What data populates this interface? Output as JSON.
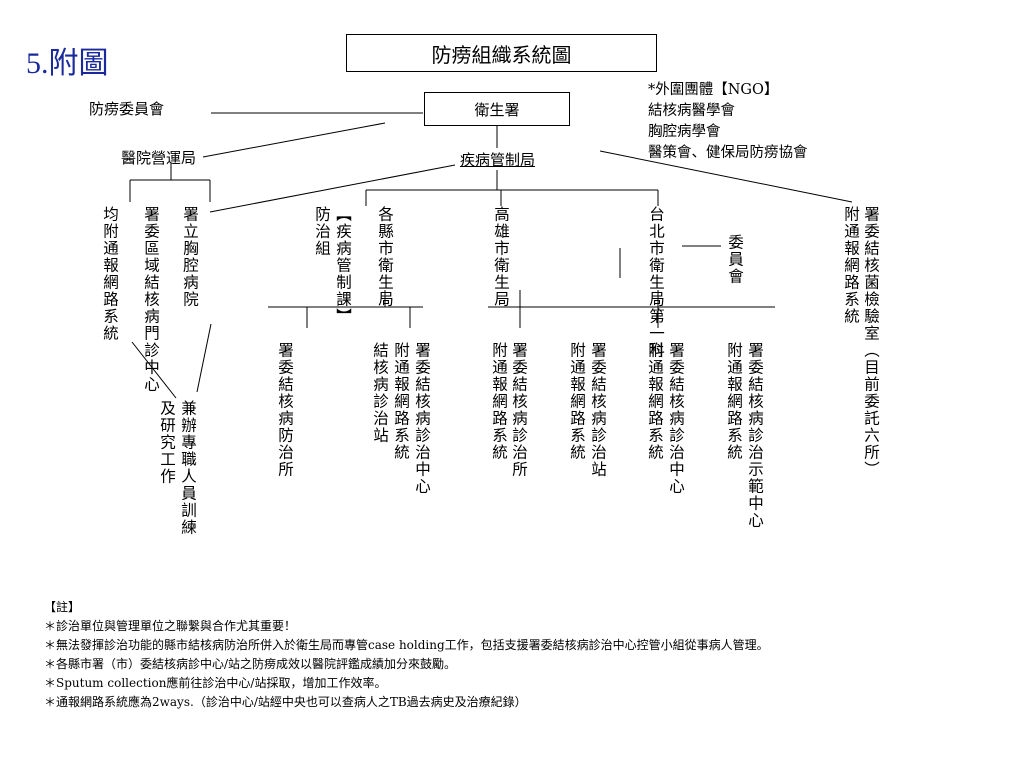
{
  "page": {
    "section_title": "5.附圖"
  },
  "diagram": {
    "title": "防痨組織系統圖",
    "doh": "衛生署",
    "tb_committee": "防痨委員會",
    "hospital_bureau": "醫院營運局",
    "cdc": "疾病管制局",
    "ngo": [
      "*外圍團體【NGO】",
      "結核病醫學會",
      "胸腔病學會",
      "醫策會、健保局防痨協會"
    ],
    "branches": {
      "regional_center": "署委區域結核病門診中心",
      "regional_center_report": "均附通報網路系統",
      "chest_hospital": "署立胸腔病院",
      "county_bureau": "各縣市衛生局",
      "cdc_section": "【疾病管制課】",
      "cdc_section_team": "防治組",
      "kaohsiung": "高雄市衛生局",
      "taipei": "台北市衛生局第一科",
      "committee": "委員會",
      "lab": "署委結核菌檢驗室（目前委託六所）",
      "lab_report": "附通報網路系統"
    },
    "bottom": {
      "county_1": "署委結核病防治所",
      "county_2a": "署委結核病診治中心",
      "county_2b": "附通報網路系統",
      "county_2c": "結核病診治站",
      "kaohsiung_1a": "署委結核病診治所",
      "kaohsiung_1b": "附通報網路系統",
      "kaohsiung_2a": "署委結核病診治站",
      "kaohsiung_2b": "附通報網路系統",
      "taipei_1a": "署委結核病診治中心",
      "taipei_1b": "附通報網路系統",
      "taipei_2a": "署委結核病診治示範中心",
      "taipei_2b": "附通報網路系統",
      "training_a": "兼辦專職人員訓練",
      "training_b": "及研究工作"
    }
  },
  "notes": [
    "【註】",
    "＊診治單位與管理單位之聯繫與合作尤其重要！",
    "＊無法發揮診治功能的縣市結核病防治所併入於衛生局而專管case holding工作，包括支援署委結核病診治中心控管小組從事病人管理。",
    "＊各縣市署（市）委結核病診中心/站之防痨成效以醫院評鑑成績加分來鼓勵。",
    "＊Sputum collection應前往診治中心/站採取，增加工作效率。",
    "＊通報網路系統應為2ways.（診治中心/站經中央也可以查病人之TB過去病史及治療紀錄）"
  ]
}
